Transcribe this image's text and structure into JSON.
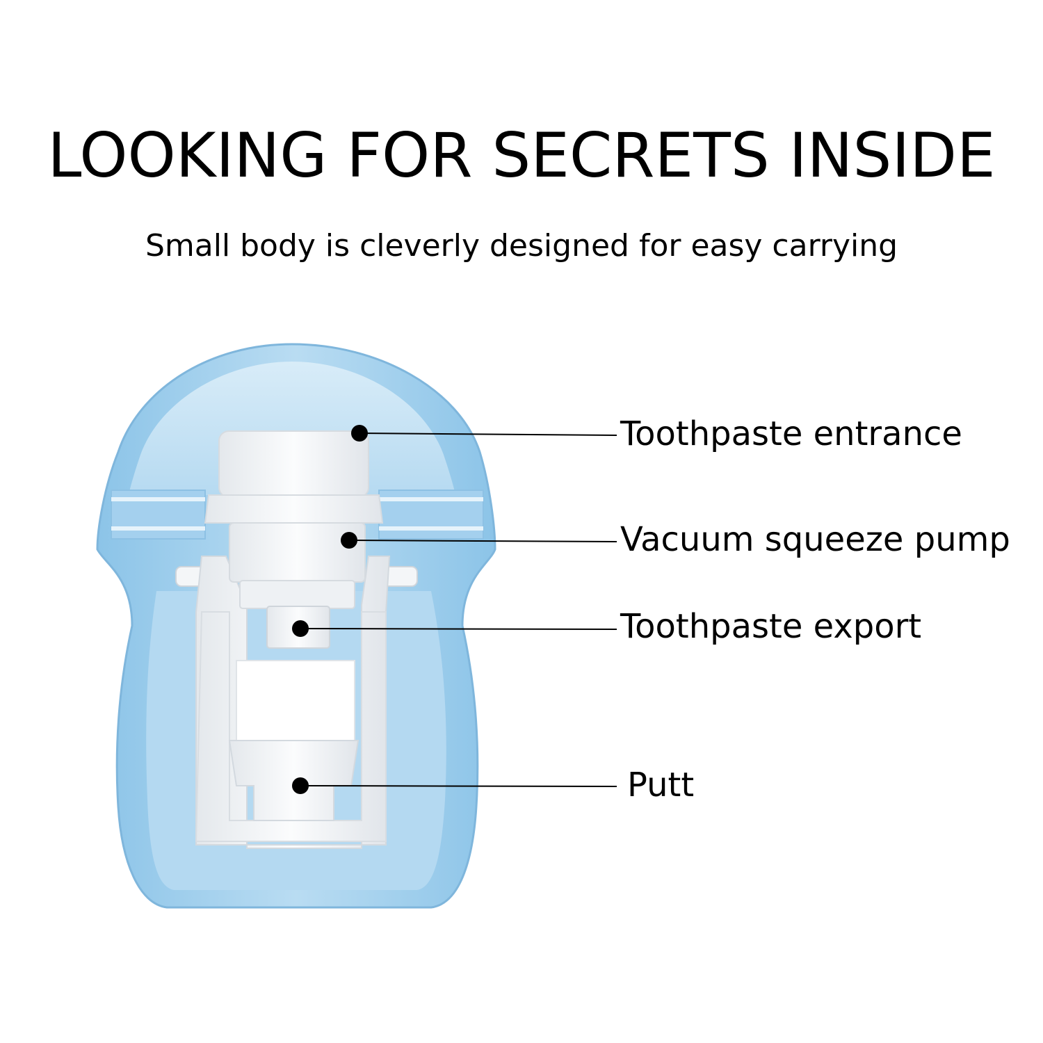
{
  "header": {
    "title": "LOOKING FOR SECRETS INSIDE",
    "subtitle": "Small body is cleverly designed for easy carrying"
  },
  "callouts": [
    {
      "label": "Toothpaste entrance"
    },
    {
      "label": "Vacuum squeeze pump"
    },
    {
      "label": "Toothpaste export"
    },
    {
      "label": "Putt"
    }
  ],
  "colors": {
    "shell_light": "#c9e6f6",
    "shell_mid": "#a9d4ef",
    "shell_dark": "#7fbde4",
    "part_white": "#f3f5f7",
    "leader": "#000000"
  }
}
